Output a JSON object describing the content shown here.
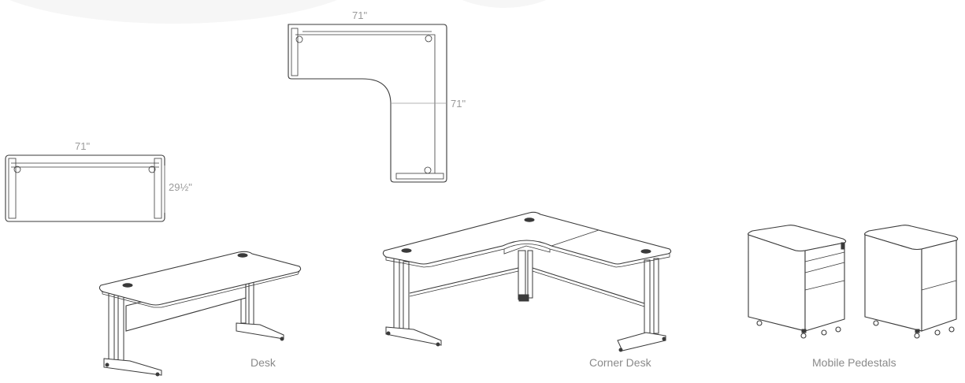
{
  "dimensions": {
    "corner_top_width": "71\"",
    "corner_side_length": "71\"",
    "desk_width": "71\"",
    "desk_depth": "29½\""
  },
  "captions": {
    "desk": "Desk",
    "corner_desk": "Corner Desk",
    "mobile_pedestals": "Mobile Pedestals"
  }
}
